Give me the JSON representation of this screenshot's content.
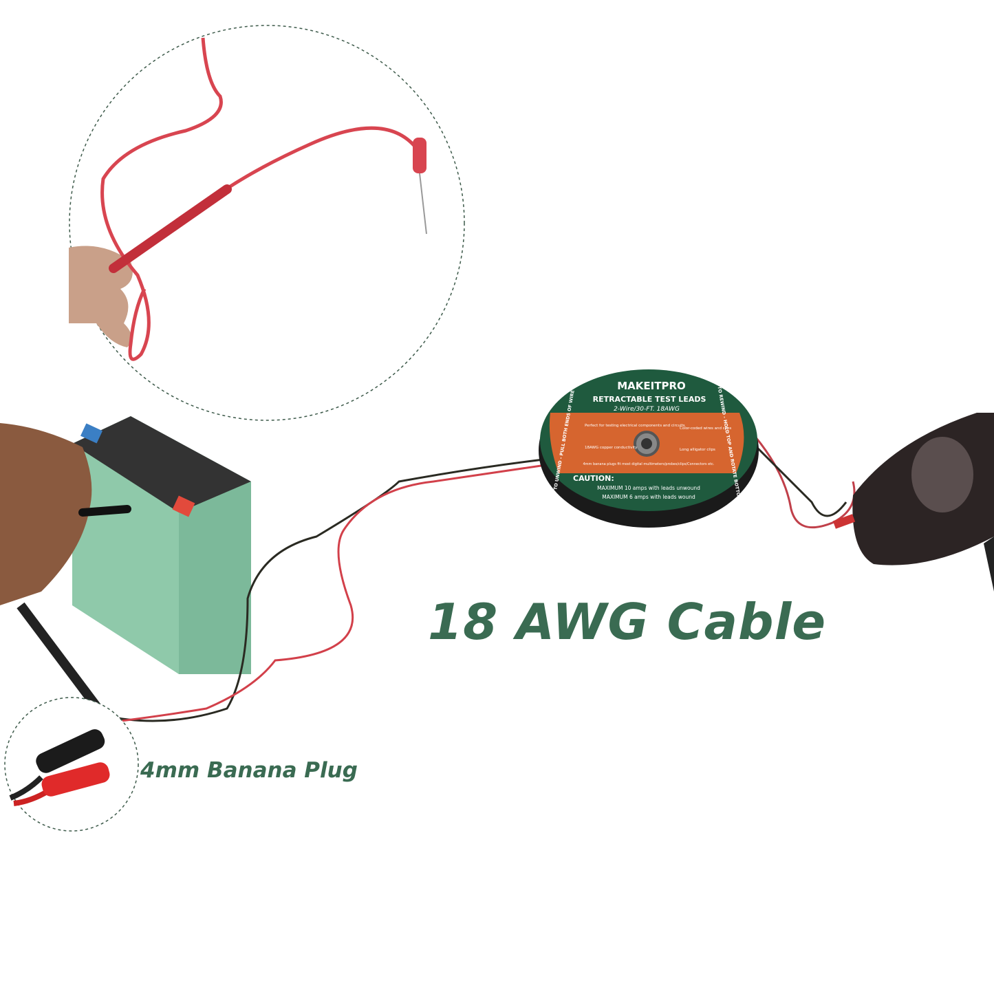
{
  "captions": {
    "main": "18 AWG Cable",
    "plug": "4mm Banana Plug"
  },
  "reel_label": {
    "brand": "MAKEITPRO",
    "product": "RETRACTABLE TEST LEADS",
    "spec": "2-Wire/30-FT. 18AWG",
    "left_side": "TO UNWIND - PULL BOTH ENDS OF WIRE",
    "right_side": "TO REWIND - HOLD TOP AND ROTATE BOTTOM",
    "bullets": [
      "Perfect for testing electrical components and circuits",
      "Color-coded wires and clips",
      "18AWG copper conductivity",
      "Long alligator clips",
      "4mm banana plugs fit most digital multimeters/probes/clips/Connectors etc."
    ],
    "caution_title": "CAUTION:",
    "caution_lines": [
      "MAXIMUM 10 amps with leads unwound",
      "MAXIMUM 6 amps with leads wound"
    ]
  },
  "colors": {
    "caption_green": "#3a6b52",
    "label_green": "#1f5a3e",
    "label_orange": "#d6652f",
    "wire_red": "#d2404a",
    "wire_black": "#2a2a22",
    "battery": "#8fc9aa"
  }
}
